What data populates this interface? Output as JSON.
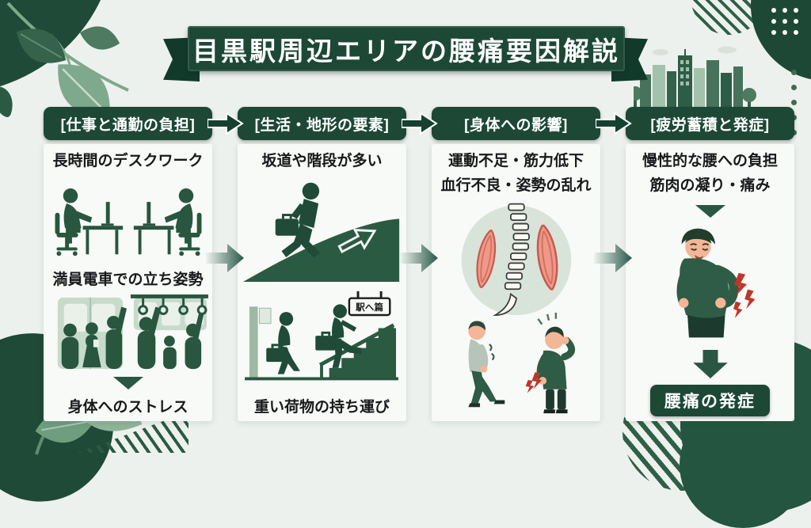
{
  "palette": {
    "dark_green": "#1d4836",
    "icon_green": "#28563f",
    "arrow_green": "#2b5a43",
    "background": "#edf1ed",
    "card": "#f8faf7",
    "muscle_pink": "#ee998a",
    "pain_red": "#bf3629",
    "skin": "#f3b697"
  },
  "banner": {
    "title": "目黒駅周辺エリアの腰痛要因解説"
  },
  "flow": {
    "columns": [
      {
        "header": "[仕事と通勤の負担]",
        "captions": {
          "top": "長時間のデスクワーク",
          "middle": "満員電車での立ち姿勢",
          "bottom": "身体へのストレス"
        },
        "icons": [
          "desk-workers-icon",
          "crowded-train-icon",
          "triangle-down-icon"
        ]
      },
      {
        "header": "[生活・地形の要素]",
        "captions": {
          "top": "坂道や階段が多い",
          "bottom": "重い荷物の持ち運び"
        },
        "station_sign": "駅へ篇",
        "icons": [
          "uphill-walk-icon",
          "stairs-climb-icon"
        ]
      },
      {
        "header": "[身体への影響]",
        "captions": {
          "line1": "運動不足・筋力低下",
          "line2": "血行不良・姿勢の乱れ"
        },
        "icons": [
          "spine-muscles-icon",
          "bad-posture-people-icon"
        ]
      },
      {
        "header": "[疲労蓄積と発症]",
        "captions": {
          "line1": "慢性的な腰への負担",
          "line2": "筋肉の凝り・痛み"
        },
        "badge": "腰痛の発症",
        "icons": [
          "triangle-down-icon",
          "back-pain-man-icon",
          "fat-arrow-down-icon"
        ]
      }
    ]
  }
}
